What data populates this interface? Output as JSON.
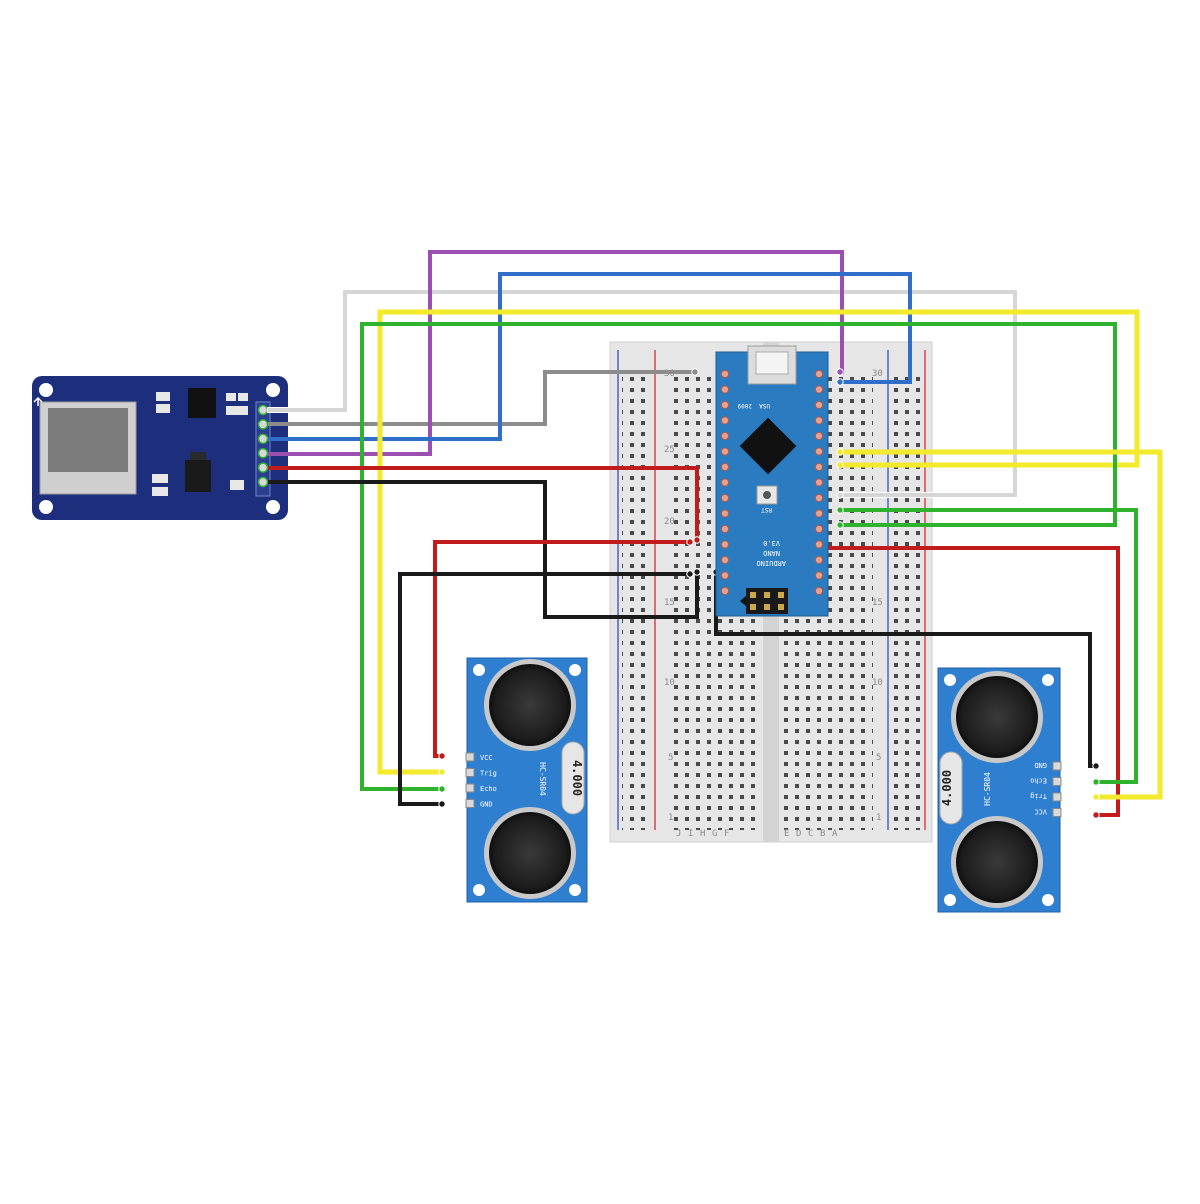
{
  "breadboard": {
    "row_numbers_left": [
      "30",
      "25",
      "20",
      "15",
      "10",
      "5",
      "1"
    ],
    "row_numbers_right": [
      "30",
      "15",
      "10",
      "5",
      "1"
    ],
    "column_letters_bottom": [
      "J",
      "I",
      "H",
      "G",
      "F",
      "E",
      "D",
      "C",
      "B",
      "A"
    ]
  },
  "arduino": {
    "board_name": "ARDUINO",
    "board_model": "NANO",
    "version": "V3.0",
    "usb_label": "USA",
    "year_label": "2009",
    "reset_label": "RST"
  },
  "sensor_left": {
    "model": "HC-SR04",
    "crystal": "4.000",
    "pins": [
      "VCC",
      "Trig",
      "Echo",
      "GND"
    ]
  },
  "sensor_right": {
    "model": "HC-SR04",
    "crystal": "4.000",
    "pins": [
      "GND",
      "Echo",
      "Trig",
      "VCC"
    ]
  },
  "sd_module": {
    "pin_count": 6
  },
  "colors": {
    "wire_white": "#d6d6d6",
    "wire_gray": "#8c8c8c",
    "wire_purple": "#9b4fb0",
    "wire_blue": "#2f6fc9",
    "wire_yellow": "#f2ea2b",
    "wire_green": "#2fb32f",
    "wire_red": "#c11b1b",
    "wire_black": "#1a1a1a",
    "sd_board": "#1d2f7c",
    "nano_board": "#2a7bbf",
    "sensor_board": "#2f7fd0"
  }
}
